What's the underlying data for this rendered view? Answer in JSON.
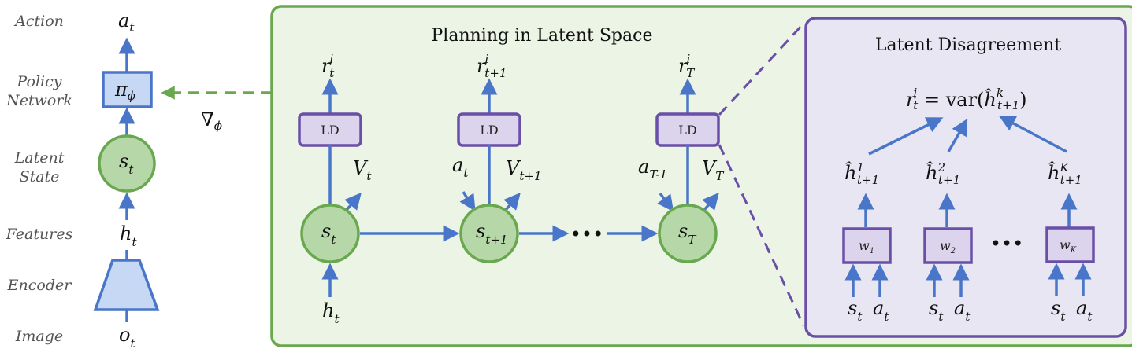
{
  "colors": {
    "blue": "#4a76c9",
    "blue_fill": "#c6d8f4",
    "green": "#6aa84f",
    "green_fill": "#b6d7a8",
    "panel_bg": "#ecf5e5",
    "purple": "#6a4fa8",
    "purple_bg": "#e8e6f3",
    "ld_fill": "#dcd3ec"
  },
  "left": {
    "labels": {
      "action": "Action",
      "policy1": "Policy",
      "policy2": "Network",
      "latent1": "Latent",
      "latent2": "State",
      "features": "Features",
      "encoder": "Encoder",
      "image": "Image"
    },
    "a": {
      "base": "a",
      "sub": "t"
    },
    "pi": {
      "base": "π",
      "sub": "ϕ"
    },
    "s": {
      "base": "s",
      "sub": "t"
    },
    "h": {
      "base": "h",
      "sub": "t"
    },
    "o": {
      "base": "o",
      "sub": "t"
    },
    "grad": {
      "base": "∇",
      "sub": "ϕ"
    }
  },
  "planning": {
    "title": "Planning in Latent Space",
    "ld_label": "LD",
    "r": [
      {
        "base": "r",
        "sub": "t",
        "sup": "i"
      },
      {
        "base": "r",
        "sub": "t+1",
        "sup": "i"
      },
      {
        "base": "r",
        "sub": "T",
        "sup": "i"
      }
    ],
    "v": [
      {
        "base": "V",
        "sub": "t"
      },
      {
        "base": "V",
        "sub": "t+1"
      },
      {
        "base": "V",
        "sub": "T"
      }
    ],
    "a": [
      {
        "base": "a",
        "sub": "t"
      },
      {
        "base": "a",
        "sub": "T-1"
      }
    ],
    "s": [
      {
        "base": "s",
        "sub": "t"
      },
      {
        "base": "s",
        "sub": "t+1"
      },
      {
        "base": "s",
        "sub": "T"
      }
    ],
    "h": {
      "base": "h",
      "sub": "t"
    },
    "ellipsis": "•••"
  },
  "disagreement": {
    "title": "Latent Disagreement",
    "formula": {
      "lhs": "r",
      "lhs_sup": "i",
      "lhs_sub": "t",
      "eq": " = var(",
      "h": "ĥ",
      "h_sup": "k",
      "h_sub": "t+1",
      "close": ")"
    },
    "heads": [
      {
        "base": "ĥ",
        "sup": "1",
        "sub": "t+1",
        "w": "w",
        "wsub": "1"
      },
      {
        "base": "ĥ",
        "sup": "2",
        "sub": "t+1",
        "w": "w",
        "wsub": "2"
      },
      {
        "base": "ĥ",
        "sup": "K",
        "sub": "t+1",
        "w": "w",
        "wsub": "K"
      }
    ],
    "inputs": {
      "s": "s",
      "a": "a",
      "sub": "t"
    },
    "ellipsis": "•••"
  }
}
